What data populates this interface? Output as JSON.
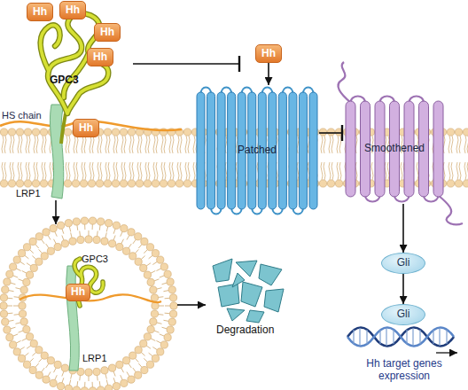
{
  "diagram": {
    "nodes": [
      {
        "text": [
          "Hh"
        ]
      },
      {
        "text": [
          "Hh"
        ]
      },
      {
        "text": [
          "Hh"
        ]
      },
      {
        "text": [
          "Hh"
        ]
      },
      {
        "text": [
          "Hh"
        ]
      },
      {
        "text": [
          "Hh"
        ]
      },
      {
        "text": [
          "Patched"
        ]
      },
      {
        "text": [
          "Smoothened"
        ]
      },
      {
        "text": [
          "Gli"
        ]
      },
      {
        "text": [
          "Gli"
        ]
      },
      {
        "text": [
          "Hh"
        ]
      }
    ],
    "edges": [
      {
        "from": 4,
        "to": 6,
        "arrow": "to"
      },
      {
        "from": 6,
        "to": 7,
        "arrow": "to"
      },
      {
        "from": 7,
        "to": 8,
        "arrow": "to"
      },
      {
        "from": 8,
        "to": 9,
        "arrow": "to"
      }
    ],
    "labels": [
      "GPC3",
      "HS chain",
      "LRP1",
      "GPC3",
      "LRP1",
      "Degradation",
      "Hh target genes expression"
    ]
  }
}
